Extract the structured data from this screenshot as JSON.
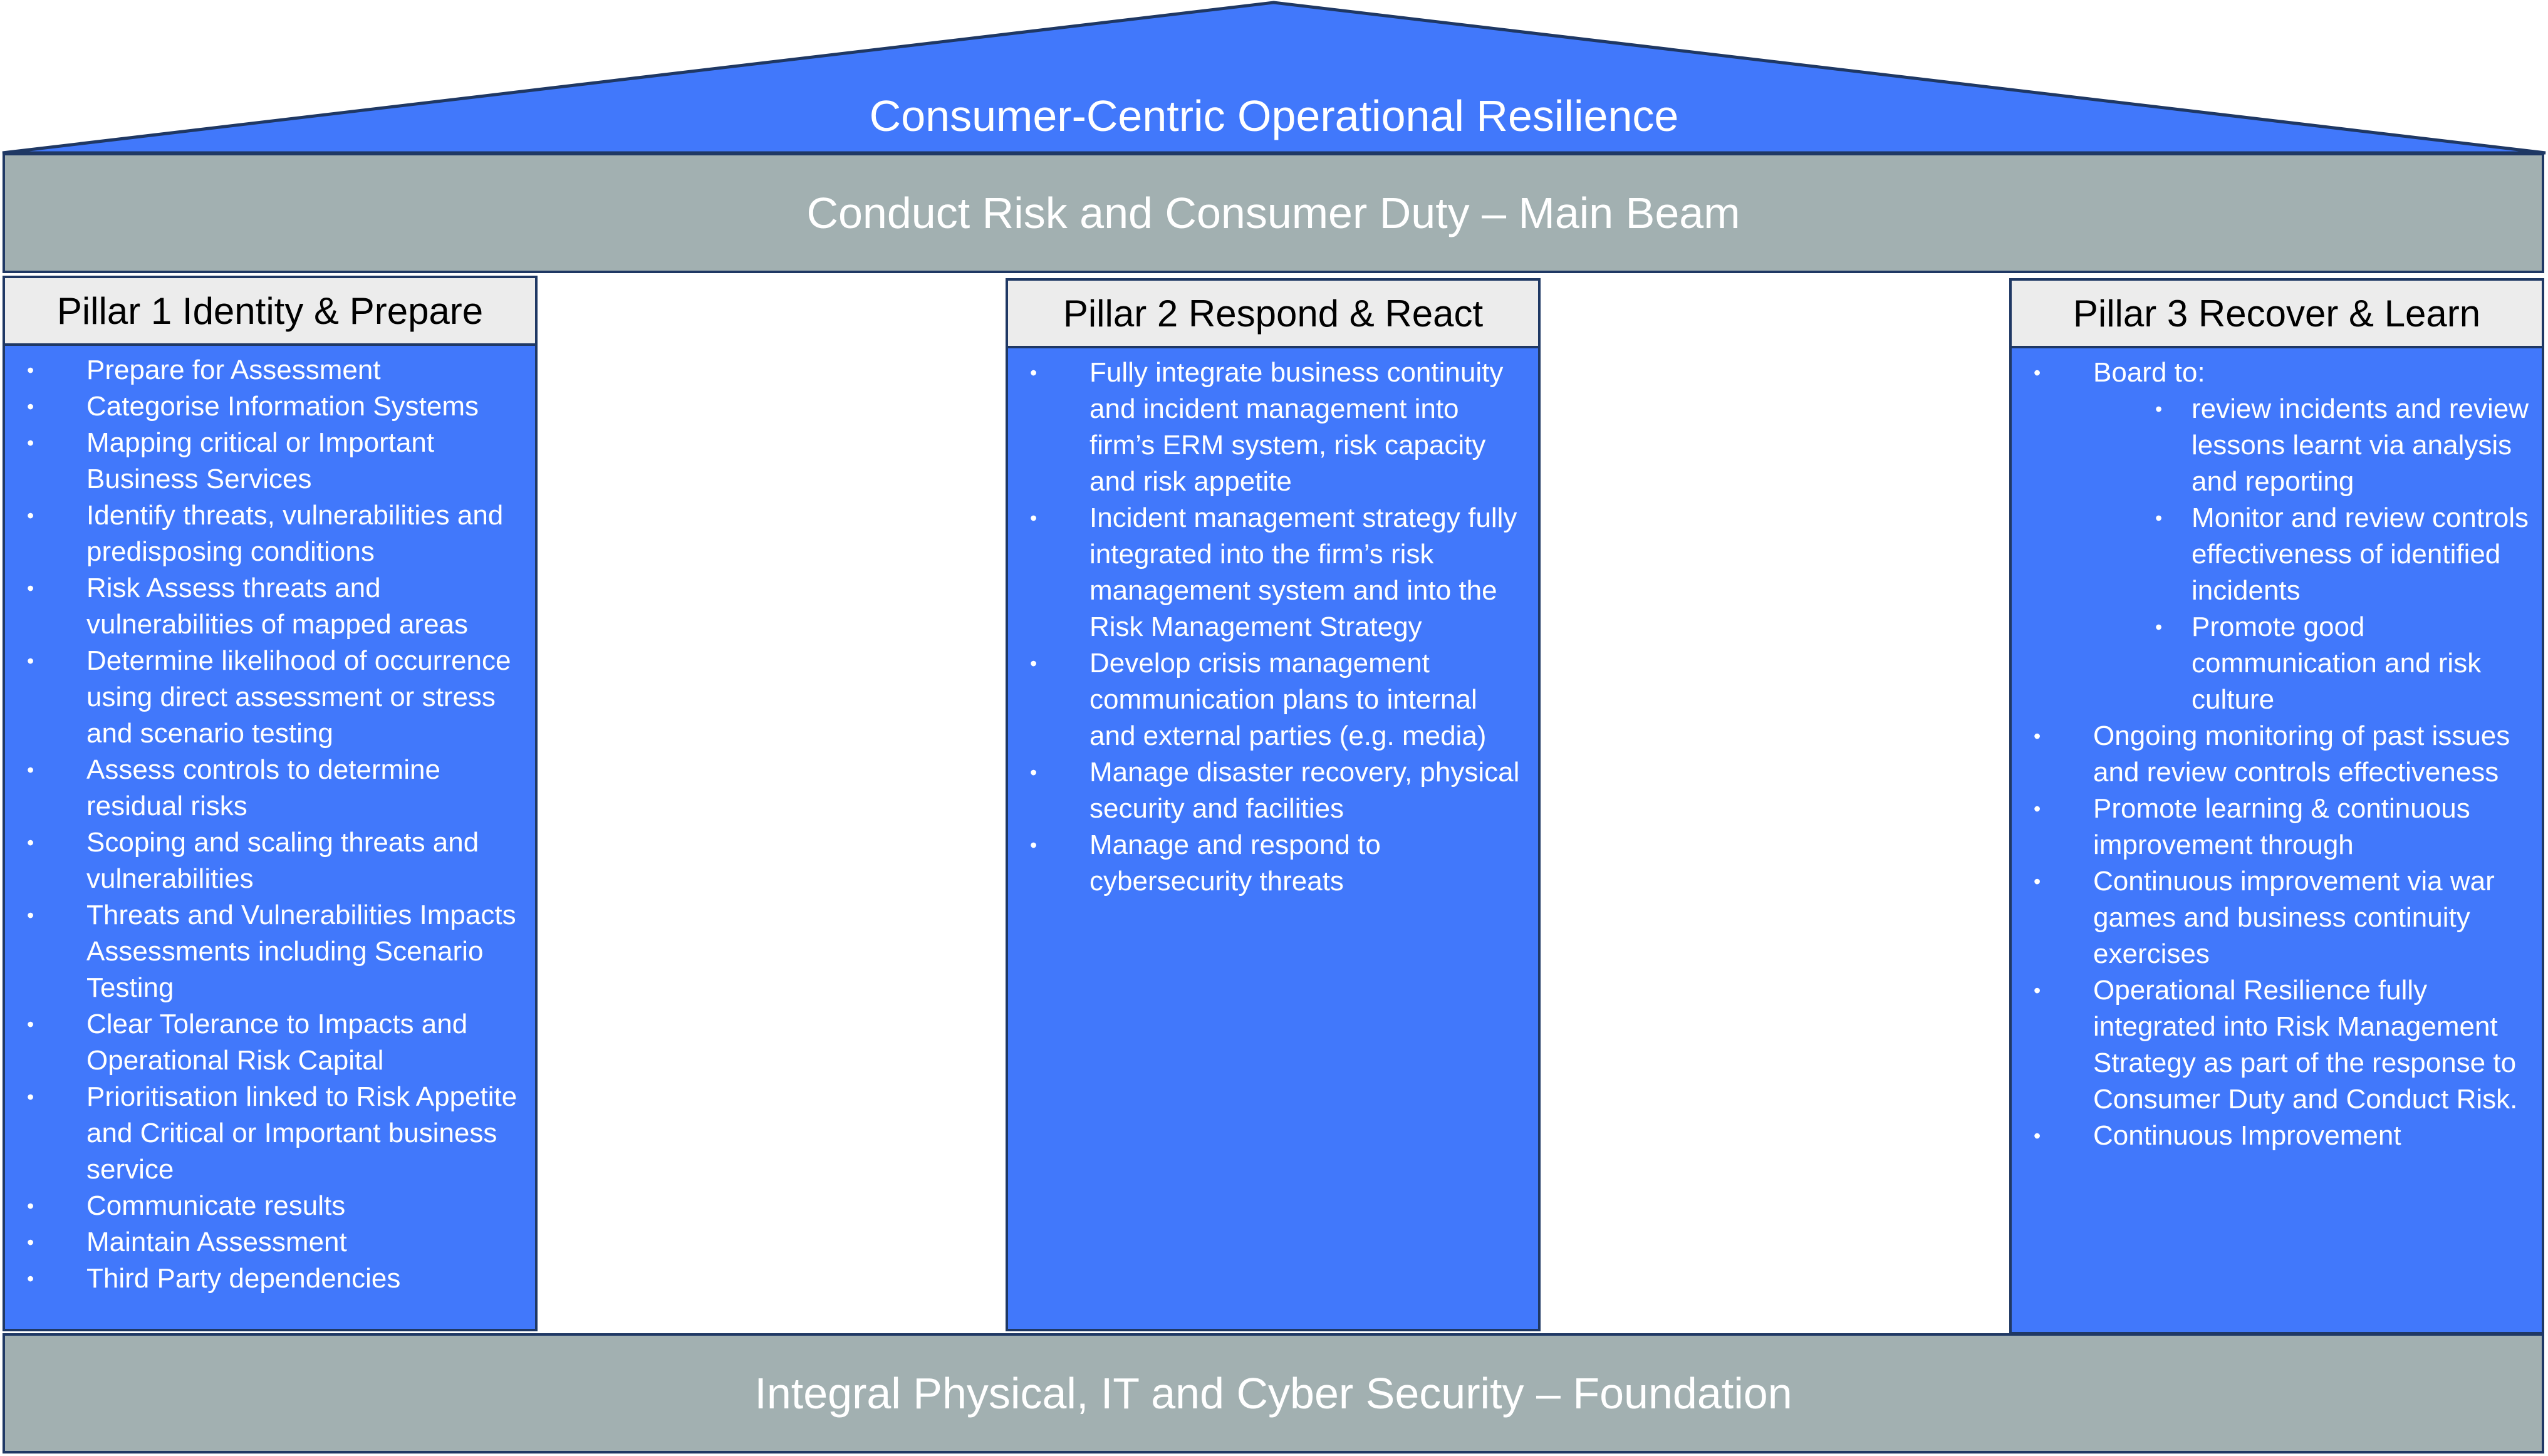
{
  "roof": {
    "title": "Consumer-Centric Operational Resilience"
  },
  "beam": {
    "title": "Conduct Risk and Consumer Duty – Main Beam"
  },
  "foundation": {
    "title": "Integral Physical, IT and Cyber Security – Foundation"
  },
  "colors": {
    "roof": "#4178fb",
    "pillar": "#4178fb",
    "beam": "#a2b0b1",
    "header": "#ececec",
    "border": "#1f3864"
  },
  "pillars": [
    {
      "title": "Pillar 1 Identity & Prepare",
      "items": [
        "Prepare for Assessment",
        "Categorise Information Systems",
        "Mapping critical or Important Business Services",
        "Identify threats, vulnerabilities and predisposing conditions",
        "Risk Assess threats and vulnerabilities of mapped areas",
        "Determine likelihood of occurrence using direct assessment or stress and scenario testing",
        "Assess controls to determine residual risks",
        "Scoping and scaling threats and vulnerabilities",
        "Threats and Vulnerabilities Impacts Assessments including Scenario Testing",
        "Clear Tolerance to Impacts and Operational Risk Capital",
        "Prioritisation linked to Risk Appetite and Critical  or Important business service",
        "Communicate results",
        "Maintain Assessment",
        "Third Party dependencies"
      ]
    },
    {
      "title": "Pillar 2 Respond & React",
      "items": [
        "Fully integrate business continuity and incident management into firm’s ERM system, risk capacity and risk appetite",
        "Incident management strategy fully integrated into the firm’s risk management system and  into the Risk Management Strategy",
        "Develop crisis management communication plans to internal and external parties (e.g. media)",
        "Manage disaster recovery, physical security and facilities",
        "Manage and respond to cybersecurity threats"
      ]
    },
    {
      "title": "Pillar 3 Recover & Learn",
      "board_label": "Board to:",
      "board_items": [
        "review incidents and review lessons learnt via analysis and reporting",
        "Monitor and review controls effectiveness of identified incidents",
        "Promote good communication and risk culture"
      ],
      "items": [
        "Ongoing monitoring of past issues and review controls effectiveness",
        "Promote learning & continuous improvement through",
        "Continuous improvement via war games and business continuity exercises",
        "Operational Resilience fully integrated into  Risk Management Strategy as part of the response to Consumer Duty and Conduct Risk.",
        "Continuous Improvement"
      ]
    }
  ]
}
